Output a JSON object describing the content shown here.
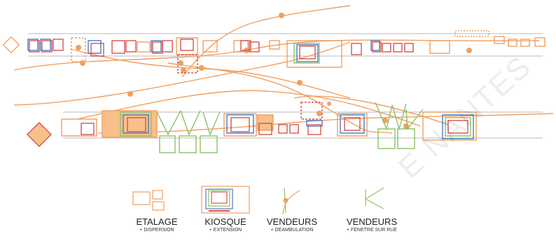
{
  "colors": {
    "orange": "#f0a060",
    "orange_fill": "#f7c08a",
    "red": "#d9534f",
    "blue": "#4a7bc4",
    "green": "#8cc26a",
    "street": "#c8c8c8",
    "dot": "#f0a060"
  },
  "legend": [
    {
      "title": "ETALAGE",
      "subtitle": "+ DISPERSION"
    },
    {
      "title": "KIOSQUE",
      "subtitle": "+ EXTENSION"
    },
    {
      "title": "VENDEURS",
      "subtitle": "+ DEAMBULATION"
    },
    {
      "title": "VENDEURS",
      "subtitle": "+ FENETRE SUR RUE"
    }
  ],
  "watermark": "E NANTES"
}
